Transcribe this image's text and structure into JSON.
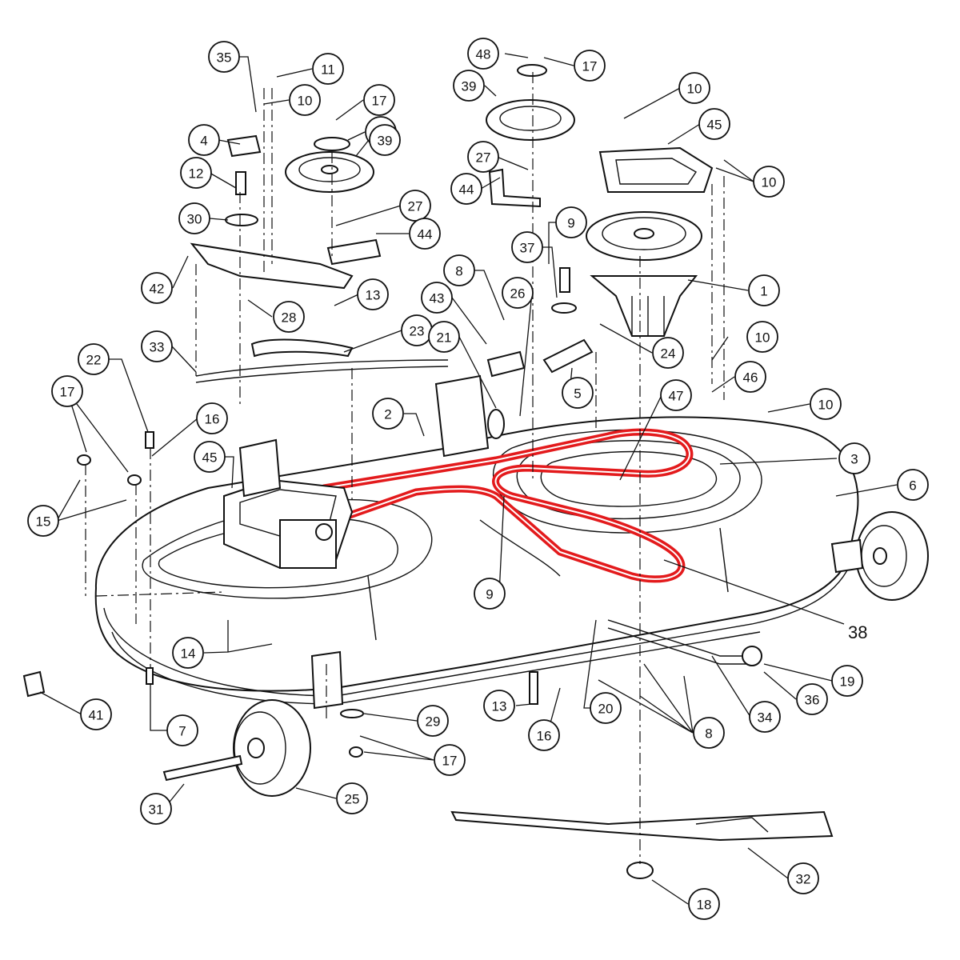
{
  "diagram": {
    "belt_color": "#e31a1c",
    "callouts": [
      {
        "id": "c35",
        "label": "35"
      },
      {
        "id": "c11",
        "label": "11"
      },
      {
        "id": "c10a",
        "label": "10"
      },
      {
        "id": "c4",
        "label": "4"
      },
      {
        "id": "c17a",
        "label": "17"
      },
      {
        "id": "c48a",
        "label": "48"
      },
      {
        "id": "c39a",
        "label": "39"
      },
      {
        "id": "c12",
        "label": "12"
      },
      {
        "id": "c30",
        "label": "30"
      },
      {
        "id": "c27a",
        "label": "27"
      },
      {
        "id": "c44a",
        "label": "44"
      },
      {
        "id": "c42",
        "label": "42"
      },
      {
        "id": "c13a",
        "label": "13"
      },
      {
        "id": "c28",
        "label": "28"
      },
      {
        "id": "c23",
        "label": "23"
      },
      {
        "id": "c33",
        "label": "33"
      },
      {
        "id": "c22",
        "label": "22"
      },
      {
        "id": "c17b",
        "label": "17"
      },
      {
        "id": "c16a",
        "label": "16"
      },
      {
        "id": "c45a",
        "label": "45"
      },
      {
        "id": "c15",
        "label": "15"
      },
      {
        "id": "c48b",
        "label": "48"
      },
      {
        "id": "c17c",
        "label": "17"
      },
      {
        "id": "c39b",
        "label": "39"
      },
      {
        "id": "c10b",
        "label": "10"
      },
      {
        "id": "c45b",
        "label": "45"
      },
      {
        "id": "c27b",
        "label": "27"
      },
      {
        "id": "c10c",
        "label": "10"
      },
      {
        "id": "c44b",
        "label": "44"
      },
      {
        "id": "c9a",
        "label": "9"
      },
      {
        "id": "c37",
        "label": "37"
      },
      {
        "id": "c8a",
        "label": "8"
      },
      {
        "id": "c26",
        "label": "26"
      },
      {
        "id": "c1",
        "label": "1"
      },
      {
        "id": "c43",
        "label": "43"
      },
      {
        "id": "c21",
        "label": "21"
      },
      {
        "id": "c24",
        "label": "24"
      },
      {
        "id": "c10d",
        "label": "10"
      },
      {
        "id": "c5",
        "label": "5"
      },
      {
        "id": "c46",
        "label": "46"
      },
      {
        "id": "c47",
        "label": "47"
      },
      {
        "id": "c2",
        "label": "2"
      },
      {
        "id": "c10e",
        "label": "10"
      },
      {
        "id": "c3",
        "label": "3"
      },
      {
        "id": "c6",
        "label": "6"
      },
      {
        "id": "c9b",
        "label": "9"
      },
      {
        "id": "c14",
        "label": "14"
      },
      {
        "id": "c19",
        "label": "19"
      },
      {
        "id": "c36",
        "label": "36"
      },
      {
        "id": "c34",
        "label": "34"
      },
      {
        "id": "c13b",
        "label": "13"
      },
      {
        "id": "c16b",
        "label": "16"
      },
      {
        "id": "c20",
        "label": "20"
      },
      {
        "id": "c8b",
        "label": "8"
      },
      {
        "id": "c41",
        "label": "41"
      },
      {
        "id": "c7",
        "label": "7"
      },
      {
        "id": "c29",
        "label": "29"
      },
      {
        "id": "c17d",
        "label": "17"
      },
      {
        "id": "c31",
        "label": "31"
      },
      {
        "id": "c25",
        "label": "25"
      },
      {
        "id": "c32",
        "label": "32"
      },
      {
        "id": "c18",
        "label": "18"
      }
    ],
    "plain_labels": {
      "part_38": "38"
    }
  }
}
